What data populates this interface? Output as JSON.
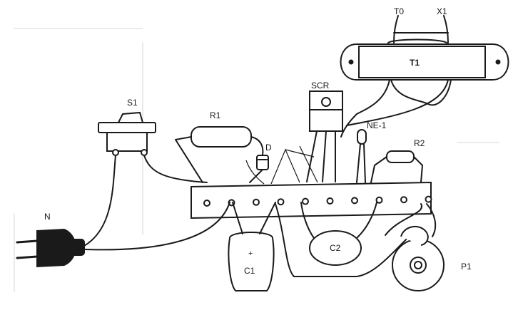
{
  "labels": {
    "t0": "T0",
    "x1": "X1",
    "t1": "T1",
    "scr": "SCR",
    "s1": "S1",
    "r1": "R1",
    "d": "D",
    "ne1": "NE-1",
    "r2": "R2",
    "n": "N",
    "c1": "C1",
    "c1_plus": "+",
    "c2": "C2",
    "p1": "P1"
  }
}
